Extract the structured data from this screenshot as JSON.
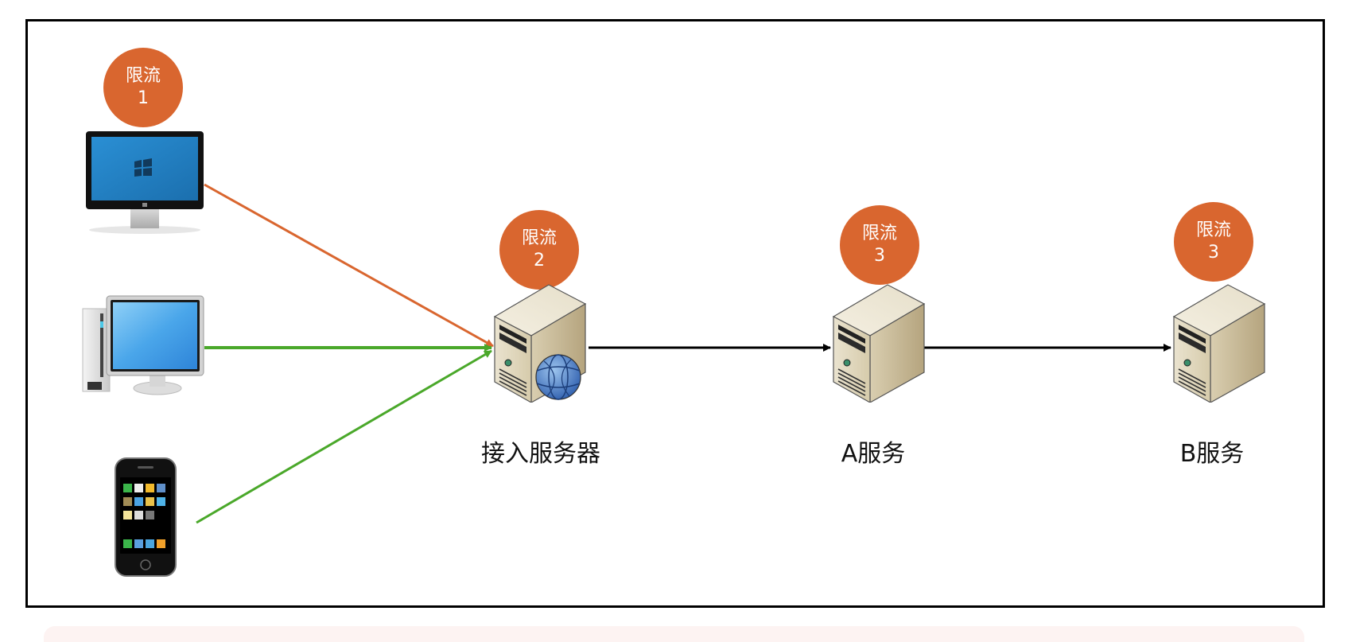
{
  "diagram": {
    "title": "",
    "badges": [
      {
        "id": "b1",
        "text": "限流",
        "num": "1"
      },
      {
        "id": "b2",
        "text": "限流",
        "num": "2"
      },
      {
        "id": "b3",
        "text": "限流",
        "num": "3"
      },
      {
        "id": "b4",
        "text": "限流",
        "num": "3"
      }
    ],
    "clients": [
      {
        "id": "monitor",
        "icon": "windows-monitor-icon"
      },
      {
        "id": "desktop",
        "icon": "desktop-computer-icon"
      },
      {
        "id": "phone",
        "icon": "smartphone-icon"
      }
    ],
    "nodes": [
      {
        "id": "gateway",
        "label": "接入服务器",
        "icon": "web-server-icon"
      },
      {
        "id": "service-a",
        "label": "A服务",
        "icon": "server-icon"
      },
      {
        "id": "service-b",
        "label": "B服务",
        "icon": "server-icon"
      }
    ],
    "edges": [
      {
        "from": "monitor",
        "to": "gateway",
        "color": "#d9662f"
      },
      {
        "from": "desktop",
        "to": "gateway",
        "color": "#4aa82a"
      },
      {
        "from": "phone",
        "to": "gateway",
        "color": "#4aa82a"
      },
      {
        "from": "gateway",
        "to": "service-a",
        "color": "#000000"
      },
      {
        "from": "service-a",
        "to": "service-b",
        "color": "#000000"
      }
    ],
    "colors": {
      "badge": "#d9662f",
      "limited_edge": "#d9662f",
      "allowed_edge": "#4aa82a",
      "service_edge": "#000000"
    }
  }
}
